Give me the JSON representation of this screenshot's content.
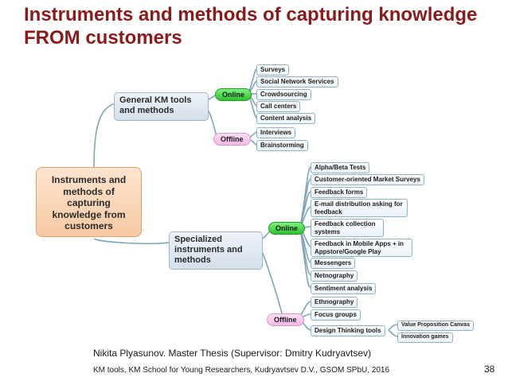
{
  "title": "Instruments and methods of capturing knowledge FROM customers",
  "root": "Instruments and methods of capturing knowledge from customers",
  "general": {
    "label": "General KM tools and methods",
    "online_label": "Online",
    "offline_label": "Offline",
    "online": [
      "Surveys",
      "Social Network Services",
      "Crowdsourcing",
      "Call centers",
      "Content analysis"
    ],
    "offline": [
      "Interviews",
      "Brainstorming"
    ]
  },
  "specialized": {
    "label": "Specialized instruments and methods",
    "online_label": "Online",
    "offline_label": "Offline",
    "online": [
      "Alpha/Beta Tests",
      "Customer-oriented Market Surveys",
      "Feedback forms",
      "E-mail distribution asking for feedback",
      "Feedback collection systems",
      "Feedback in Mobile Apps + in Appstore/Google Play",
      "Messengers",
      "Netnography",
      "Sentiment analysis"
    ],
    "offline": [
      "Ethnography",
      "Focus groups",
      "Design Thinking tools"
    ],
    "design_thinking": [
      "Value Proposition Canvas",
      "Innovation games"
    ]
  },
  "footer": {
    "credit": "Nikita Plyasunov. Master Thesis (Supervisor: Dmitry Kudryavtsev)",
    "source": "KM tools, KM School for Young Researchers, Kudryavtsev D.V., GSOM SPbU, 2016",
    "page": "38"
  }
}
